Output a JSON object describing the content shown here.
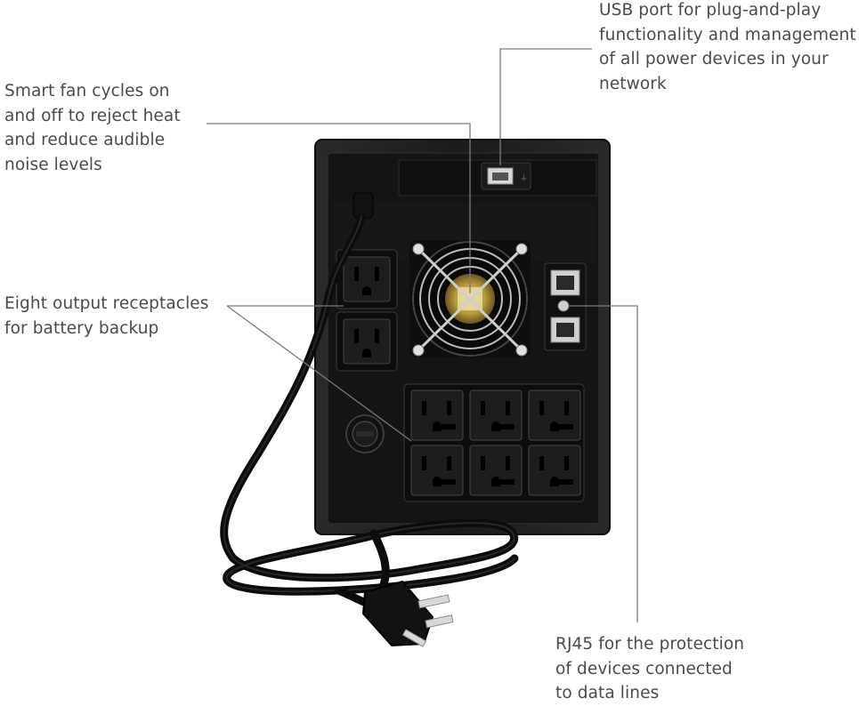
{
  "callouts": {
    "usb": "USB port for plug-and-play\nfunctionality and management\nof all power devices in your\nnetwork",
    "fan": "Smart fan cycles on\nand off to reject heat\nand reduce audible\nnoise levels",
    "receptacles": "Eight output receptacles\nfor battery backup",
    "rj45": "RJ45 for the protection\nof devices connected\nto data lines"
  },
  "colors": {
    "text": "#4a4a4a",
    "leader": "#7a7a7a",
    "housing": "#1c1c1c",
    "panel": "#141414",
    "fan_label": "#d9c47a"
  },
  "icons": [
    "usb-port-icon",
    "cooling-fan-icon",
    "rj45-port-icon",
    "nema-outlet-icon",
    "circuit-breaker-icon",
    "power-plug-icon"
  ]
}
